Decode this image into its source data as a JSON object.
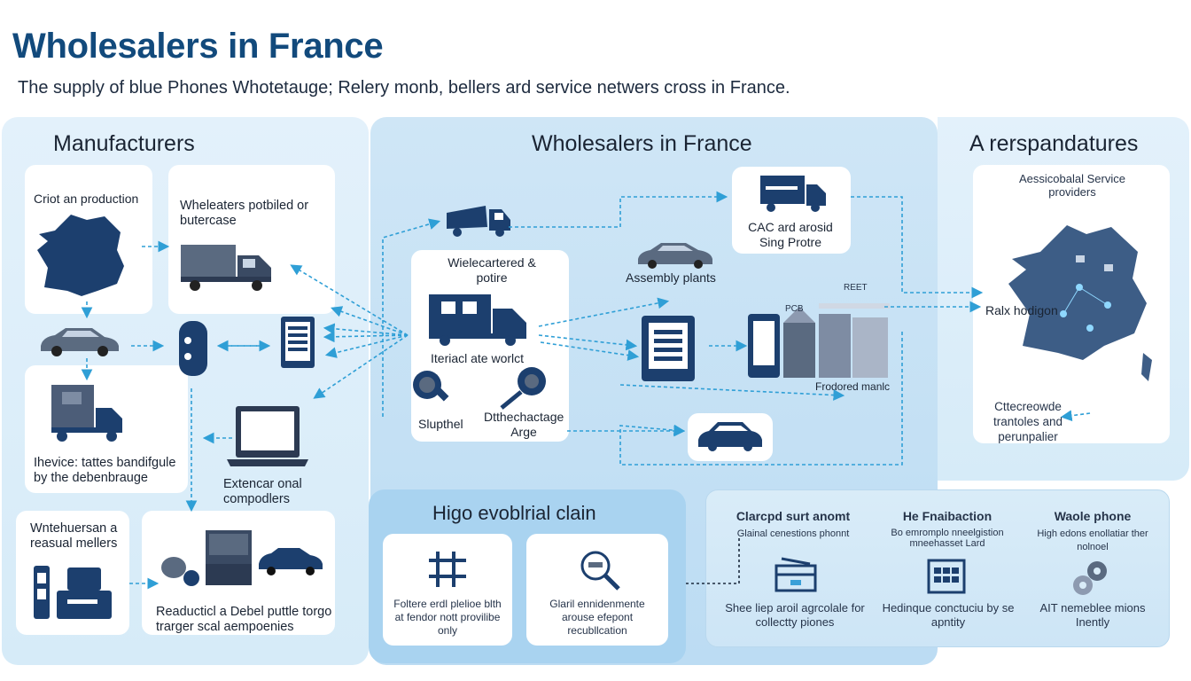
{
  "title": "Wholesalers in France",
  "subtitle": "The supply of blue Phones Whotetauge; Relery monb, bellers ard service netwers cross in France.",
  "left": {
    "header": "Manufacturers",
    "card1_label": "Criot an production",
    "card2_label": "Wheleaters potbiled or butercase",
    "card3_label": "Ihevice: tattes bandifgule by the debenbrauge",
    "computer_label": "Extencar onal compodlers",
    "card4_label": "Wntehuersan a reasual mellers",
    "card5_label": "Readucticl a Debel puttle torgo trarger scal aempoenies"
  },
  "middle": {
    "header": "Wholesalers in France",
    "card_label": "Wielecartered & potire",
    "center_label": "Iteriacl ate worlct",
    "shop_label": "Slupthel",
    "key_label": "Dtthechactage Arge",
    "truck_label": "CAC ard arosid Sing Protre",
    "plants_label": "Assembly plants",
    "factory_label": "Frodored manlc",
    "pcb_label": "PCB",
    "reet_label": "REET"
  },
  "right": {
    "header": "A rerspandatures",
    "card1_label": "Aessicobalal Service providers",
    "map_label": "Ralx hodigon",
    "card2_label": "Cttecreowde trantoles and perunpalier"
  },
  "bottom_mid": {
    "header": "Higo evoblrial clain",
    "card1_label": "Foltere erdl plelioe blth at fendor nott provilibe only",
    "card2_label": "Glaril ennidenmente arouse efepont recubllcation"
  },
  "bottom_right": {
    "col1_title": "Clarcpd surt anomt",
    "col1_sub": "Glainal cenestions phonnt",
    "col1_foot": "Shee liep aroil agrcolale for collectty piones",
    "col2_title": "He Fnaibaction",
    "col2_sub": "Bo emromplo nneelgistion mneehasset Lard",
    "col2_foot": "Hedinque conctuciu by se apntity",
    "col3_title": "Waole phone",
    "col3_sub": "High edons enollatiar ther nolnoel",
    "col3_foot": "AIT nemeblee mions Inently"
  },
  "colors": {
    "navy": "#1c3f6e",
    "title_blue": "#124a7c",
    "arrow_blue": "#2f9fd6"
  }
}
